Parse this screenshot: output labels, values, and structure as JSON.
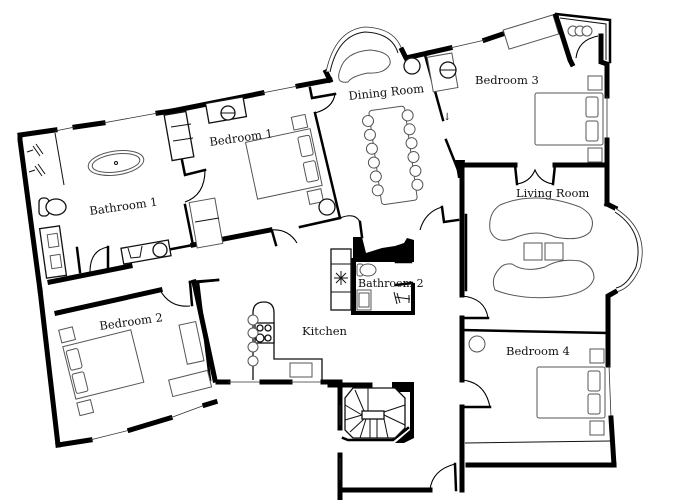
{
  "diagram": {
    "type": "floor-plan",
    "colors": {
      "wall": "#000000",
      "furniture": "#555555",
      "background": "#ffffff"
    },
    "rooms": [
      {
        "id": "bathroom1",
        "label": "Bathroom 1",
        "fixtures": [
          "freestanding-bathtub",
          "two-shower-heads",
          "toilet",
          "double-vanity",
          "washing-machine",
          "sink-unit"
        ]
      },
      {
        "id": "bedroom1",
        "label": "Bedroom 1",
        "fixtures": [
          "double-bed",
          "two-nightstands",
          "wardrobe",
          "desk-with-chair",
          "sofa",
          "round-table"
        ]
      },
      {
        "id": "dining-room",
        "label": "Dining Room",
        "fixtures": [
          "dining-table",
          "twelve-chairs",
          "curved-sofa",
          "bay-window",
          "round-table"
        ]
      },
      {
        "id": "bedroom3",
        "label": "Bedroom 3",
        "fixtures": [
          "double-bed",
          "two-nightstands",
          "desk-with-chair",
          "dresser",
          "en-suite-sink"
        ]
      },
      {
        "id": "living-room",
        "label": "Living Room",
        "fixtures": [
          "two-curved-sofas",
          "two-coffee-tables",
          "bay-window",
          "double-door"
        ]
      },
      {
        "id": "bathroom2",
        "label": "Bathroom 2",
        "fixtures": [
          "toilet",
          "shower",
          "vanity"
        ]
      },
      {
        "id": "kitchen",
        "label": "Kitchen",
        "fixtures": [
          "cooktop",
          "kitchen-island",
          "four-bar-stools",
          "sink",
          "fan"
        ]
      },
      {
        "id": "bedroom2",
        "label": "Bedroom 2",
        "fixtures": [
          "double-bed",
          "two-nightstands",
          "wardrobe",
          "desk"
        ]
      },
      {
        "id": "bedroom4",
        "label": "Bedroom 4",
        "fixtures": [
          "double-bed",
          "two-nightstands",
          "round-table",
          "built-in-closet"
        ]
      },
      {
        "id": "staircase",
        "label": "",
        "fixtures": [
          "spiral-staircase"
        ]
      }
    ]
  },
  "labels": {
    "bathroom1": "Bathroom 1",
    "bedroom1": "Bedroom 1",
    "dining_room": "Dining Room",
    "bedroom3": "Bedroom 3",
    "living_room": "Living Room",
    "bathroom2": "Bathroom 2",
    "kitchen": "Kitchen",
    "bedroom2": "Bedroom 2",
    "bedroom4": "Bedroom 4"
  }
}
